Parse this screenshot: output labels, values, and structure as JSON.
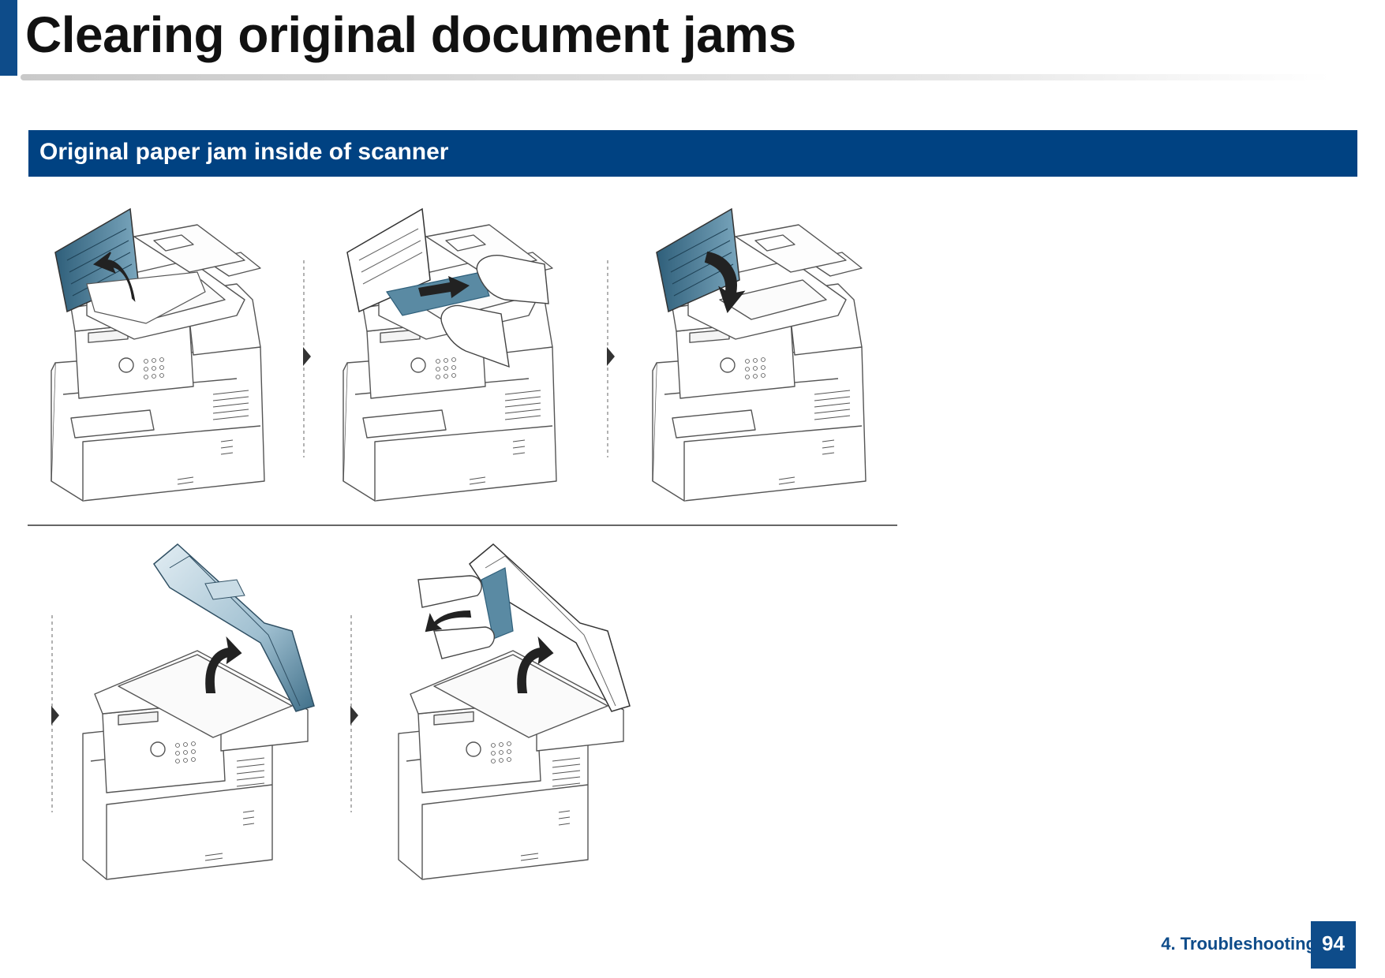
{
  "page": {
    "title": "Clearing original document jams",
    "section_title": "Original paper jam inside of scanner"
  },
  "footer": {
    "section_label": "4. Troubleshooting",
    "page_number": "94"
  },
  "colors": {
    "brand_blue": "#0e4c8a",
    "header_blue": "#004282",
    "illustration_teal": "#5a8aa3"
  },
  "illustrations": [
    {
      "step": 1,
      "icon": "open-feeder-cover-icon"
    },
    {
      "step": 2,
      "icon": "remove-jammed-paper-icon"
    },
    {
      "step": 3,
      "icon": "close-feeder-cover-icon"
    },
    {
      "step": 4,
      "icon": "open-scanner-lid-icon"
    },
    {
      "step": 5,
      "icon": "remove-paper-from-lid-icon"
    }
  ]
}
